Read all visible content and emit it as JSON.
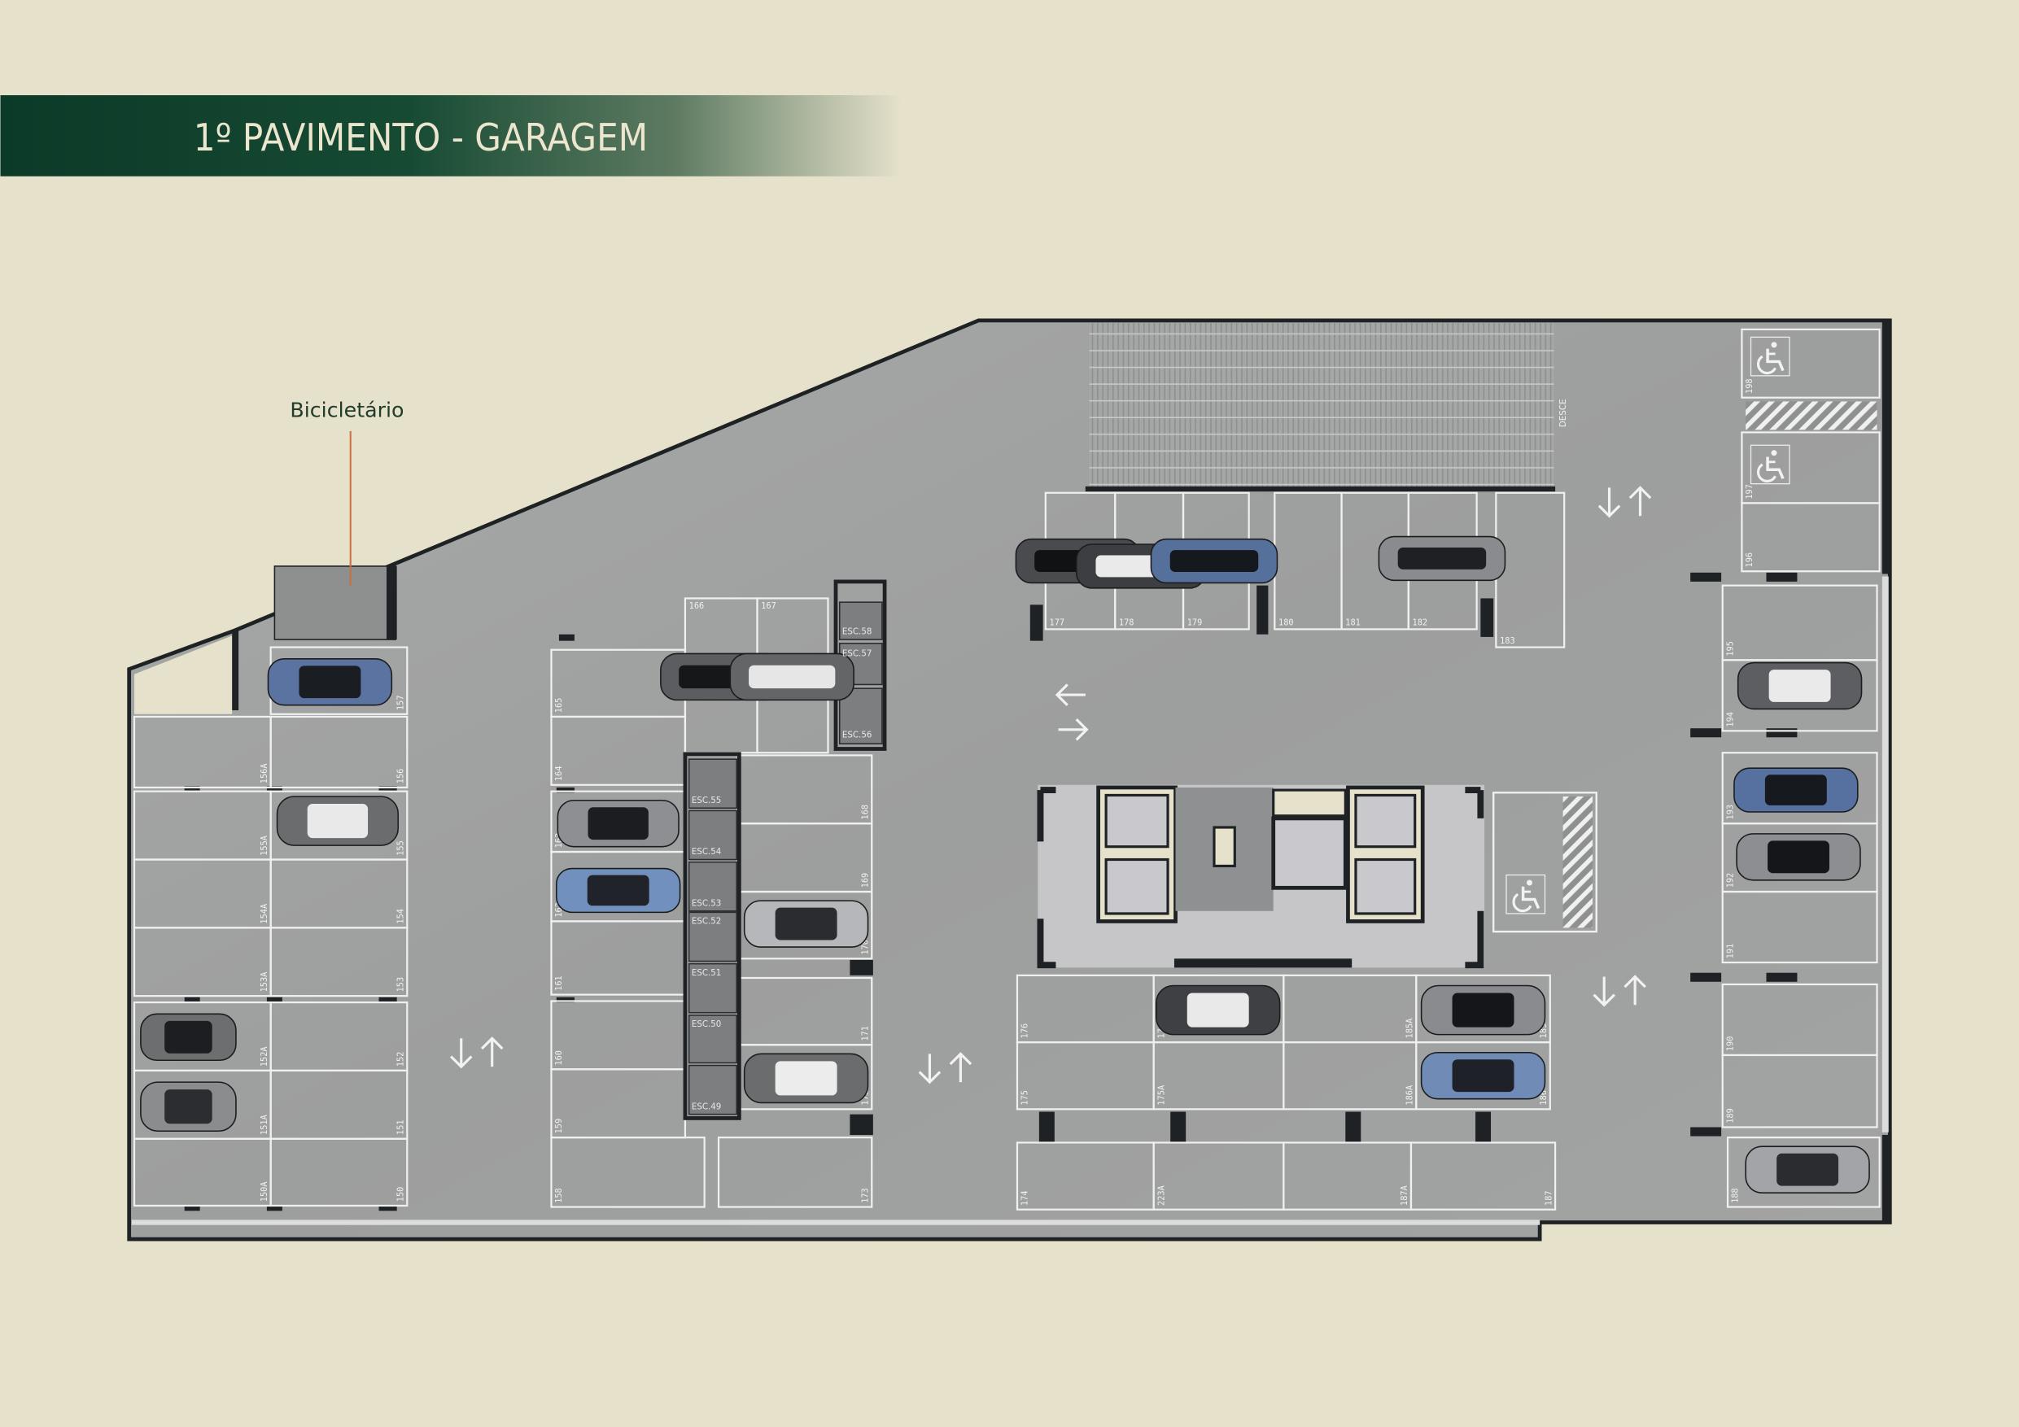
{
  "title": "1º PAVIMENTO - GARAGEM",
  "labels": {
    "bike_storage": "Bicicletário",
    "ramp": "DESCE"
  },
  "parking_spots": [
    "150",
    "150A",
    "151",
    "151A",
    "152",
    "152A",
    "153",
    "153A",
    "154",
    "154A",
    "155",
    "155A",
    "156",
    "156A",
    "157",
    "158",
    "159",
    "160",
    "161",
    "162",
    "163",
    "164",
    "165",
    "166",
    "167",
    "168",
    "169",
    "170",
    "171",
    "172",
    "173",
    "174",
    "175",
    "175A",
    "176",
    "176A",
    "223A",
    "177",
    "178",
    "179",
    "180",
    "181",
    "182",
    "183",
    "185",
    "185A",
    "186",
    "186A",
    "187",
    "187A",
    "188",
    "189",
    "190",
    "191",
    "192",
    "193",
    "194",
    "195",
    "196",
    "197",
    "198"
  ],
  "storage_units": [
    "ESC.49",
    "ESC.50",
    "ESC.51",
    "ESC.52",
    "ESC.53",
    "ESC.54",
    "ESC.55",
    "ESC.56",
    "ESC.57",
    "ESC.58"
  ],
  "colors": {
    "background": "#e6e1cb",
    "title_band": "#0f3b2a",
    "concrete": "#9fa0a0",
    "wall": "#1e2224",
    "leader_line": "#c8703f"
  }
}
